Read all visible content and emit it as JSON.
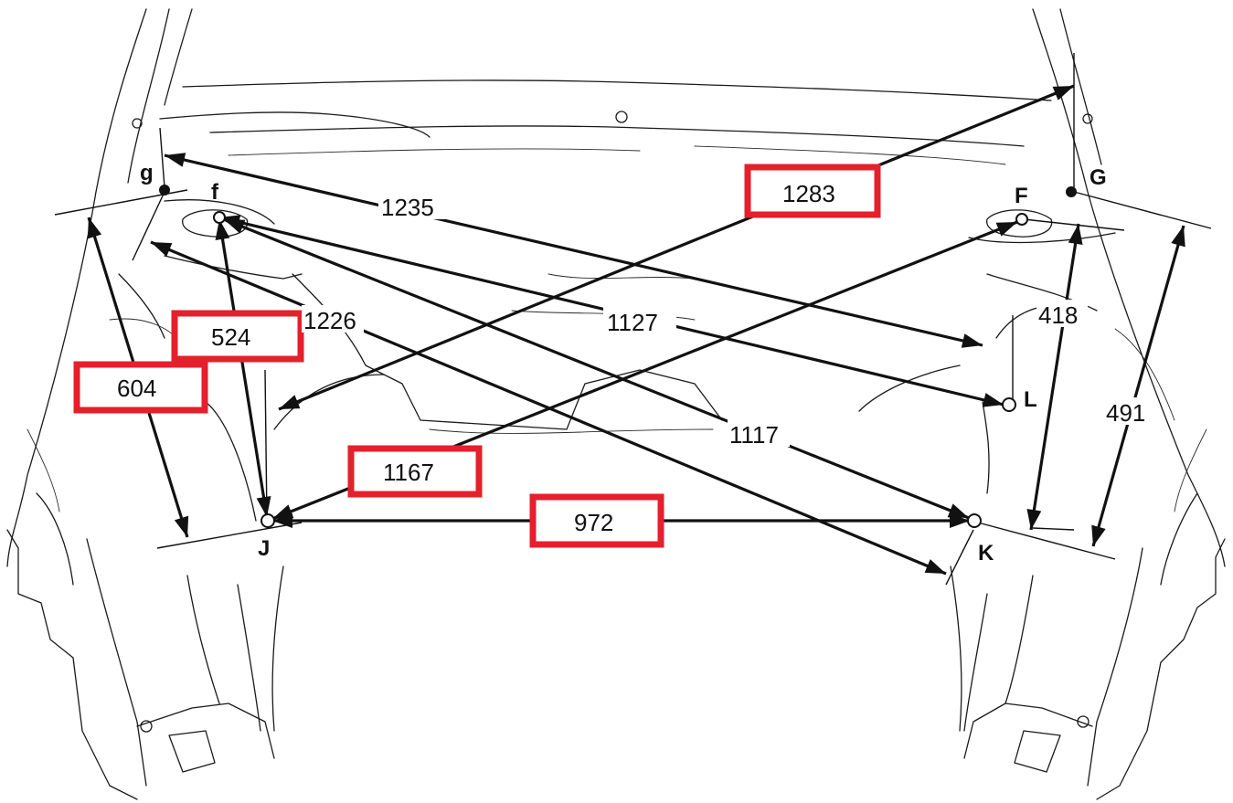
{
  "points": {
    "g": "g",
    "f": "f",
    "F": "F",
    "G": "G",
    "L": "L",
    "J": "J",
    "K": "K"
  },
  "dimensions": {
    "d1235": "1235",
    "d1283": "1283",
    "d1226": "1226",
    "d1127": "1127",
    "d524": "524",
    "d604": "604",
    "d1117": "1117",
    "d1167": "1167",
    "d972": "972",
    "d418": "418",
    "d491": "491"
  },
  "highlighted": [
    "1283",
    "524",
    "604",
    "1167",
    "972"
  ],
  "colors": {
    "highlight": "#e3202b",
    "ink": "#111111"
  }
}
